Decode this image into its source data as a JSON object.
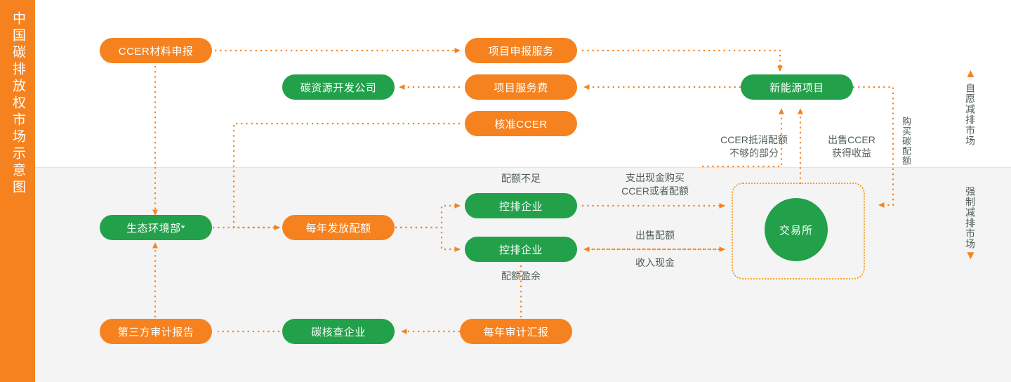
{
  "sidebar": {
    "title": "中国碳排放权市场示意图",
    "bg": "#F5821F"
  },
  "palette": {
    "orange": "#F5821F",
    "green": "#22A14A",
    "dotted": "#F5821F",
    "label_text": "#515f58"
  },
  "nodes": [
    {
      "id": "ccer-apply",
      "label": "CCER材料申报",
      "color": "orange"
    },
    {
      "id": "carbon-dev-co",
      "label": "碳资源开发公司",
      "color": "green"
    },
    {
      "id": "project-service",
      "label": "项目申报服务",
      "color": "orange"
    },
    {
      "id": "service-fee",
      "label": "项目服务费",
      "color": "orange"
    },
    {
      "id": "approve-ccer",
      "label": "核准CCER",
      "color": "orange"
    },
    {
      "id": "new-energy",
      "label": "新能源项目",
      "color": "green"
    },
    {
      "id": "mee",
      "label": "生态环境部*",
      "color": "green"
    },
    {
      "id": "annual-quota",
      "label": "每年发放配额",
      "color": "orange"
    },
    {
      "id": "controlled-1",
      "label": "控排企业",
      "color": "green"
    },
    {
      "id": "controlled-2",
      "label": "控排企业",
      "color": "green"
    },
    {
      "id": "exchange",
      "label": "交易所",
      "color": "green"
    },
    {
      "id": "third-party",
      "label": "第三方审计报告",
      "color": "orange"
    },
    {
      "id": "verifier",
      "label": "碳核查企业",
      "color": "green"
    },
    {
      "id": "annual-audit",
      "label": "每年审计汇报",
      "color": "orange"
    }
  ],
  "edge_labels": {
    "quota_shortage": "配额不足",
    "quota_surplus": "配额盈余",
    "pay_cash_buy": "支出现金购买\nCCER或者配额",
    "sell_quota": "出售配额",
    "receive_cash": "收入现金",
    "ccer_offset": "CCER抵消配额\n不够的部分",
    "sell_ccer": "出售CCER\n获得收益",
    "buy_carbon_quota": "购买碳配额"
  },
  "markets": {
    "voluntary": {
      "label": "自愿减排市场",
      "arrow": "▲"
    },
    "mandatory": {
      "label": "强制减排市场",
      "arrow": "▼"
    }
  }
}
